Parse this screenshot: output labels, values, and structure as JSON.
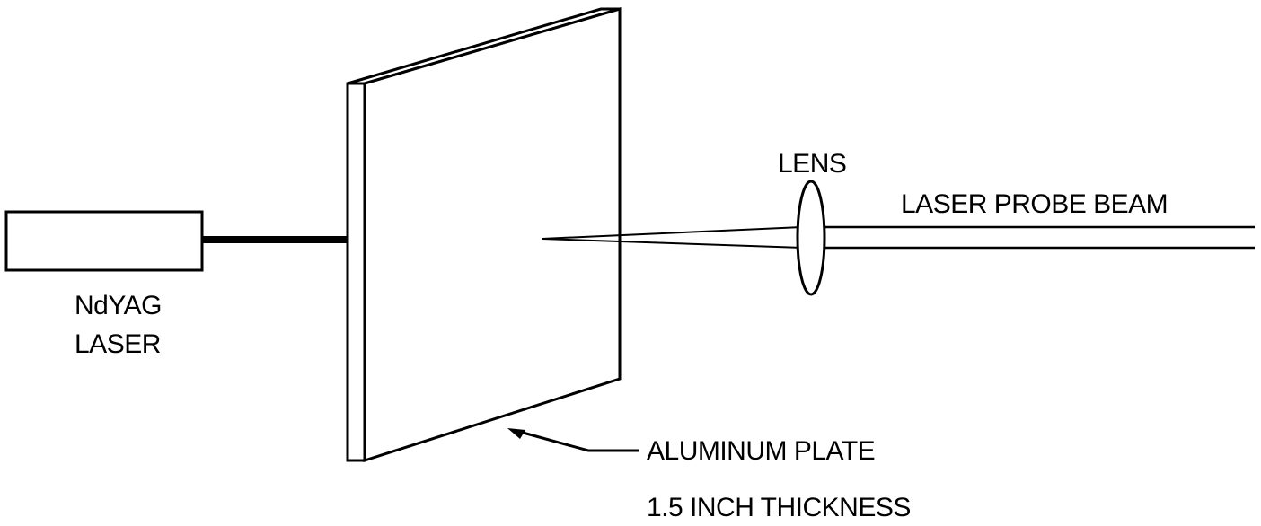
{
  "colors": {
    "line": "#000000",
    "background": "#ffffff"
  },
  "labels": {
    "laser_line1": "NdYAG",
    "laser_line2": "LASER",
    "lens": "LENS",
    "probe_beam": "LASER PROBE BEAM",
    "plate_line1": "ALUMINUM PLATE",
    "plate_line2": "1.5 INCH THICKNESS"
  }
}
